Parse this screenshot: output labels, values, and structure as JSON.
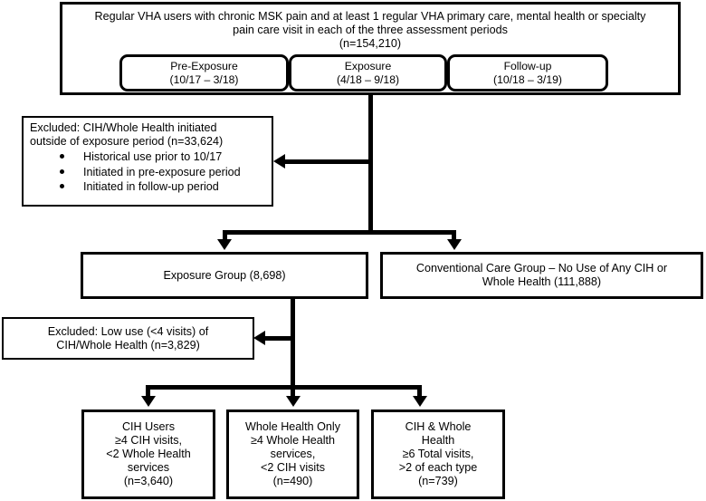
{
  "diagram": {
    "title": "CONSORT-style participant flow diagram",
    "accent_color": "#000000",
    "background_color": "#ffffff",
    "top_box": {
      "line1": "Regular VHA users with chronic MSK pain and at least 1 regular VHA primary care, mental health or specialty",
      "line2": "pain care visit in each of the three assessment periods",
      "line3": "(n=154,210)"
    },
    "periods": [
      {
        "name": "Pre-Exposure",
        "range": "(10/17 – 3/18)"
      },
      {
        "name": "Exposure",
        "range": "(4/18 – 9/18)"
      },
      {
        "name": "Follow-up",
        "range": "(10/18 – 3/19)"
      }
    ],
    "exclusion_1": {
      "head_line1": "Excluded: CIH/Whole Health initiated",
      "head_line2": "outside of exposure period (n=33,624)",
      "bullets": [
        "Historical use prior to 10/17",
        "Initiated in pre-exposure period",
        "Initiated in follow-up period"
      ]
    },
    "exposure_group": {
      "line1": "Exposure Group (8,698)"
    },
    "conventional_group": {
      "line1": "Conventional Care Group – No Use of Any CIH or",
      "line2": "Whole Health (111,888)"
    },
    "exclusion_2": {
      "line1": "Excluded: Low use (<4 visits) of",
      "line2": "CIH/Whole Health (n=3,829)"
    },
    "outcomes": [
      {
        "line1": "CIH Users",
        "line2": "≥4 CIH visits,",
        "line3": "<2 Whole Health",
        "line4": "services",
        "line5": "(n=3,640)"
      },
      {
        "line1": "Whole Health Only",
        "line2": "≥4 Whole Health",
        "line3": "services,",
        "line4": "<2 CIH visits",
        "line5": "(n=490)"
      },
      {
        "line1": "CIH & Whole",
        "line2": "Health",
        "line3": "≥6 Total visits,",
        "line4": ">2 of each type",
        "line5": "(n=739)"
      }
    ]
  }
}
